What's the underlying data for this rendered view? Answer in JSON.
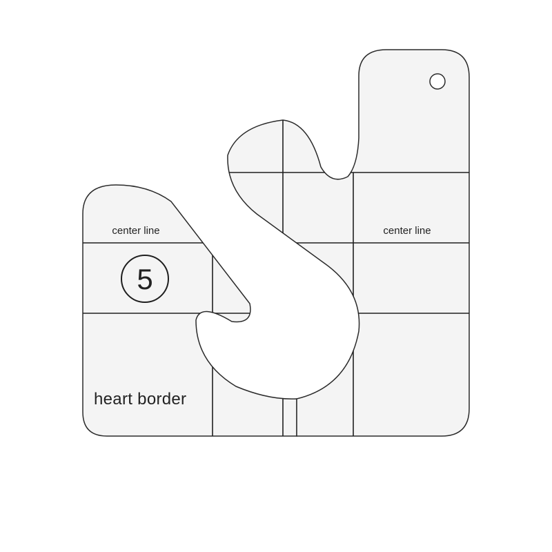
{
  "product": {
    "labels": {
      "center_line_left": "center line",
      "center_line_right": "center line",
      "number": "5",
      "name": "heart border"
    },
    "colors": {
      "acrylic_fill": "#f4f4f4",
      "outline": "#2a2a2a",
      "grid_line": "#1e1e1e",
      "text": "#222222"
    },
    "icons": [
      "hanging-hole-icon",
      "circled-number-icon"
    ]
  }
}
